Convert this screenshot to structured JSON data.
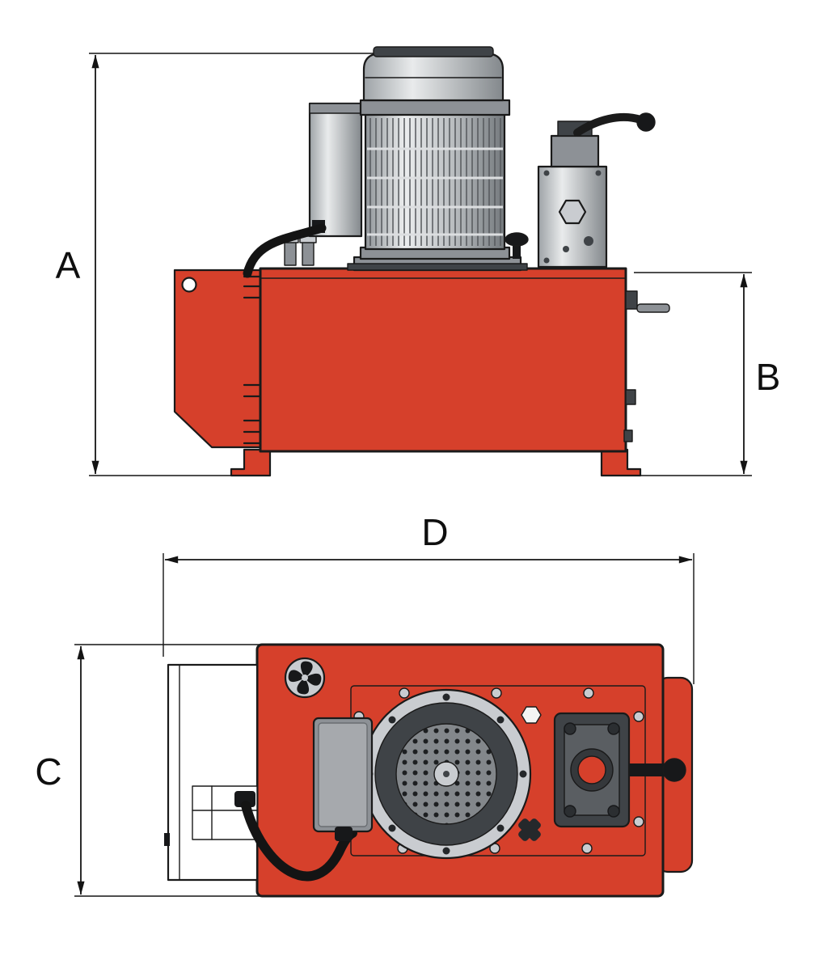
{
  "labels": {
    "a": "A",
    "b": "B",
    "c": "C",
    "d": "D"
  },
  "colors": {
    "body_red": "#d6402b",
    "outline": "#1a1a1a",
    "metal_light": "#c9ccd0",
    "metal_mid": "#8d9196",
    "metal_dark": "#3f4347",
    "background": "#ffffff"
  }
}
